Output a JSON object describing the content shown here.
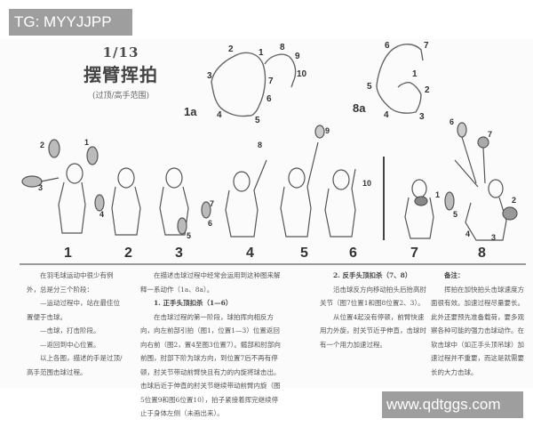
{
  "watermarks": {
    "top": "TG: MYYJJPP",
    "bottom": "www.qdtggs.com"
  },
  "header": {
    "page_number": "1/13",
    "title": "摆臂挥拍",
    "subtitle": "(过顶/高手范围)"
  },
  "diagrams": [
    {
      "label": "1a",
      "points": [
        "1",
        "2",
        "3",
        "4",
        "5",
        "6",
        "7",
        "8",
        "9",
        "10"
      ]
    },
    {
      "label": "8a",
      "points": [
        "1",
        "2",
        "3",
        "4",
        "5",
        "6",
        "7"
      ]
    }
  ],
  "figures": {
    "numbers": [
      "1",
      "2",
      "3",
      "4",
      "5",
      "6",
      "7",
      "8"
    ],
    "annotations": {
      "fig1": [
        "1",
        "2",
        "3"
      ],
      "fig2": [
        "4"
      ],
      "fig3": [
        "5",
        "6",
        "7"
      ],
      "fig4": [
        "8"
      ],
      "fig5": [
        "9"
      ],
      "fig6": [
        "10"
      ],
      "fig7": [
        "1"
      ],
      "fig8": [
        "2",
        "3",
        "4",
        "5",
        "6",
        "7"
      ]
    }
  },
  "columns": {
    "col1": {
      "paragraphs": [
        "在羽毛球运动中很少有例外，总是分三个阶段：",
        "—运动过程中，站在最佳位置便于击球。",
        "—击球，打击阶段。",
        "—返回到中心位置。",
        "以上各图，描述的手是过顶/高手范围击球过程。"
      ]
    },
    "col2": {
      "intro": "在描述击球过程中经常会运用到这种图来解释一系动作（1a、8a）。",
      "heading": "1. 正手头顶扣杀（1—6）",
      "body": "在击球过程的第一阶段，球拍挥向相反方向，向左前部引拍（图1，位置1—3）位置返回向右前（图2，置4至图3位置7）。髋部和肘部向前围，肘部下阶为球方向，到位置7后不再有停顿，肘关节带动前臂快且有力的内旋将球击出。击球后近于伸直的肘关节继续带动前臂内旋（图5位置9和图6位置10），拍子紧接着挥完继续停止于身体左侧（未画出来）。"
    },
    "col3": {
      "heading": "2. 反手头顶扣杀（7、8）",
      "paragraphs": [
        "沿击球反方向移动拍头后抬高肘关节（图7位置1和图8位置2、3）。",
        "从位置4起没有停顿，前臂快速用力外旋，肘关节近乎伸直，击球时有一个用力加速过程。"
      ]
    },
    "col4": {
      "heading": "备注：",
      "body": "挥拍在加快拍头击球速度方面很有效。加速过程尽量要长。此外还要预先准备载荷，要多观察各种可能的强力击球动作。在软击球中（如正手头顶吊球）加速过程并不重要，而这是就需要长的大力击球。"
    }
  }
}
